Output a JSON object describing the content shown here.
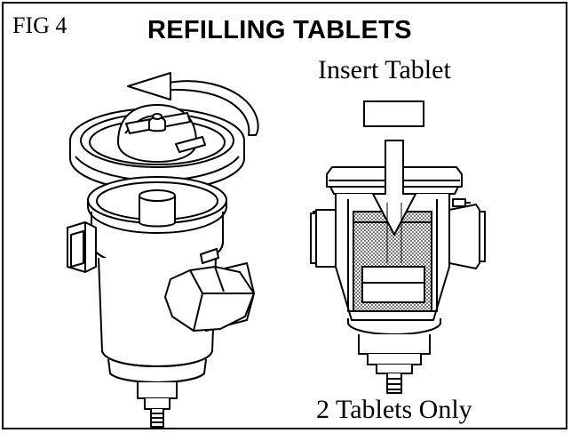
{
  "figure": {
    "label": "FIG 4",
    "title": "REFILLING TABLETS"
  },
  "captions": {
    "insert": "Insert Tablet",
    "limit": "2 Tablets Only"
  },
  "colors": {
    "ink": "#000000",
    "paper": "#ffffff",
    "mesh": "#7a7a7a"
  },
  "icons": {
    "rotate_arrow": "curved-arrow-icon",
    "insert_arrow": "down-arrow-icon"
  }
}
